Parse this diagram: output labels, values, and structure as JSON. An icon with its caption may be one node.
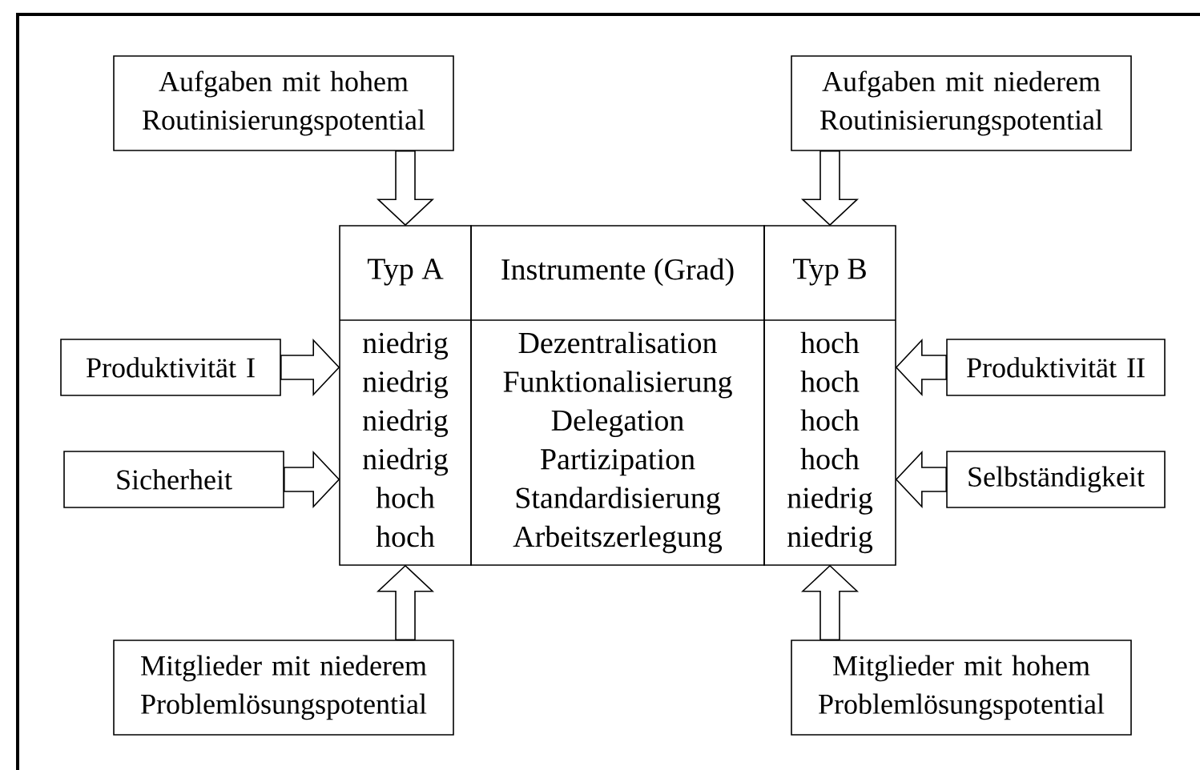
{
  "diagram": {
    "nodes": [
      {
        "text": [
          "Aufgaben mit hohem Routinisierungspotential"
        ]
      },
      {
        "text": [
          "Aufgaben mit niederem Routinisierungspotential"
        ]
      },
      {
        "text": [
          "Produktivität I"
        ]
      },
      {
        "text": [
          "Sicherheit"
        ]
      },
      {
        "text": [
          "Typ A",
          "niedrig",
          "niedrig",
          "niedrig",
          "niedrig",
          "hoch",
          "hoch"
        ]
      },
      {
        "text": [
          "Instrumente (Grad)",
          "Dezentralisation",
          "Funktionalisierung",
          "Delegation",
          "Partizipation",
          "Standardisierung",
          "Arbeitszerlegung"
        ]
      },
      {
        "text": [
          "Typ B",
          "hoch",
          "hoch",
          "hoch",
          "hoch",
          "niedrig",
          "niedrig"
        ]
      },
      {
        "text": [
          "Produktivität II"
        ]
      },
      {
        "text": [
          "Selbständigkeit"
        ]
      },
      {
        "text": [
          "Mitglieder mit niederem Problemlösungspotential"
        ]
      },
      {
        "text": [
          "Mitglieder mit hohem Problemlösungspotential"
        ]
      }
    ],
    "edges": [
      {
        "from": 0,
        "to": 4,
        "arrow": "to"
      },
      {
        "from": 1,
        "to": 6,
        "arrow": "to"
      },
      {
        "from": 2,
        "to": 4,
        "arrow": "to"
      },
      {
        "from": 3,
        "to": 4,
        "arrow": "to"
      },
      {
        "from": 7,
        "to": 6,
        "arrow": "to"
      },
      {
        "from": 8,
        "to": 6,
        "arrow": "to"
      },
      {
        "from": 9,
        "to": 4,
        "arrow": "to"
      },
      {
        "from": 10,
        "to": 6,
        "arrow": "to"
      }
    ]
  }
}
